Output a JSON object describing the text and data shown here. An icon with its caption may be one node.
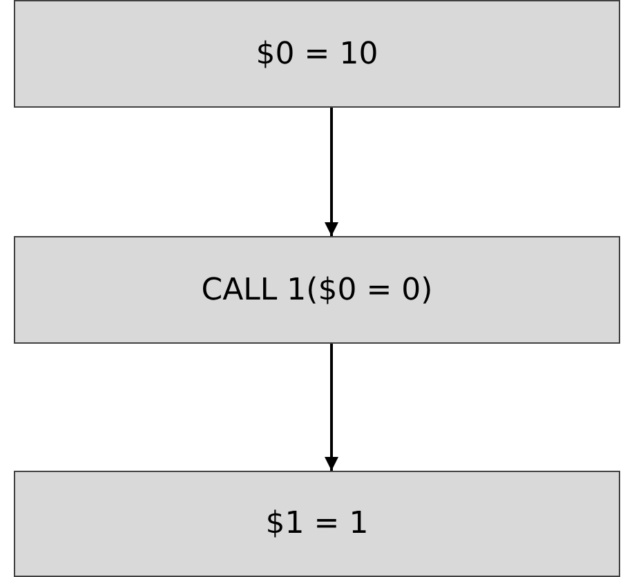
{
  "diagram": {
    "nodes": [
      {
        "text": [
          "$0 = 10"
        ]
      },
      {
        "text": [
          "CALL 1($0 = 0)"
        ]
      },
      {
        "text": [
          "$1 = 1"
        ]
      }
    ],
    "edges": [
      {
        "from": 0,
        "to": 1,
        "arrow": "to"
      },
      {
        "from": 1,
        "to": 2,
        "arrow": "to"
      }
    ]
  }
}
